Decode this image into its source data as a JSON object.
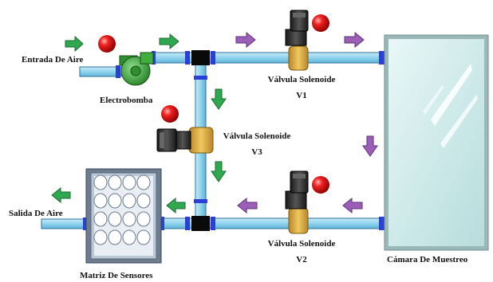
{
  "labels": {
    "air_inlet": "Entrada De Aire",
    "pump": "Electrobomba",
    "valve_v1_name": "Válvula Solenoide",
    "valve_v1_id": "V1",
    "valve_v3_name": "Válvula Solenoide",
    "valve_v3_id": "V3",
    "valve_v2_name": "Válvula Solenoide",
    "valve_v2_id": "V2",
    "air_outlet": "Salida De Aire",
    "sensor_matrix": "Matriz De Sensores",
    "sample_chamber": "Cámara De Muestreo"
  },
  "colors": {
    "pipe_fill": "#8fd3ee",
    "pipe_stroke": "#2f6f9f",
    "coupling": "#2b3fd6",
    "tee": "#0a0a0a",
    "valve_body": "#d9a93a",
    "solenoid": "#2a2a2a",
    "indicator_red": "#e01818",
    "arrow_green": "#2fa84f",
    "arrow_purple": "#9b5fb8",
    "pump_green": "#3fae3f",
    "chamber_glass": "#d8efee"
  },
  "sensor_grid": {
    "rows": 4,
    "cols": 4
  },
  "icons": [
    "green-flow-arrow",
    "purple-flow-arrow",
    "red-indicator-lamp",
    "solenoid-valve",
    "electric-pump",
    "tee-fitting",
    "sensor-array",
    "glass-chamber"
  ]
}
